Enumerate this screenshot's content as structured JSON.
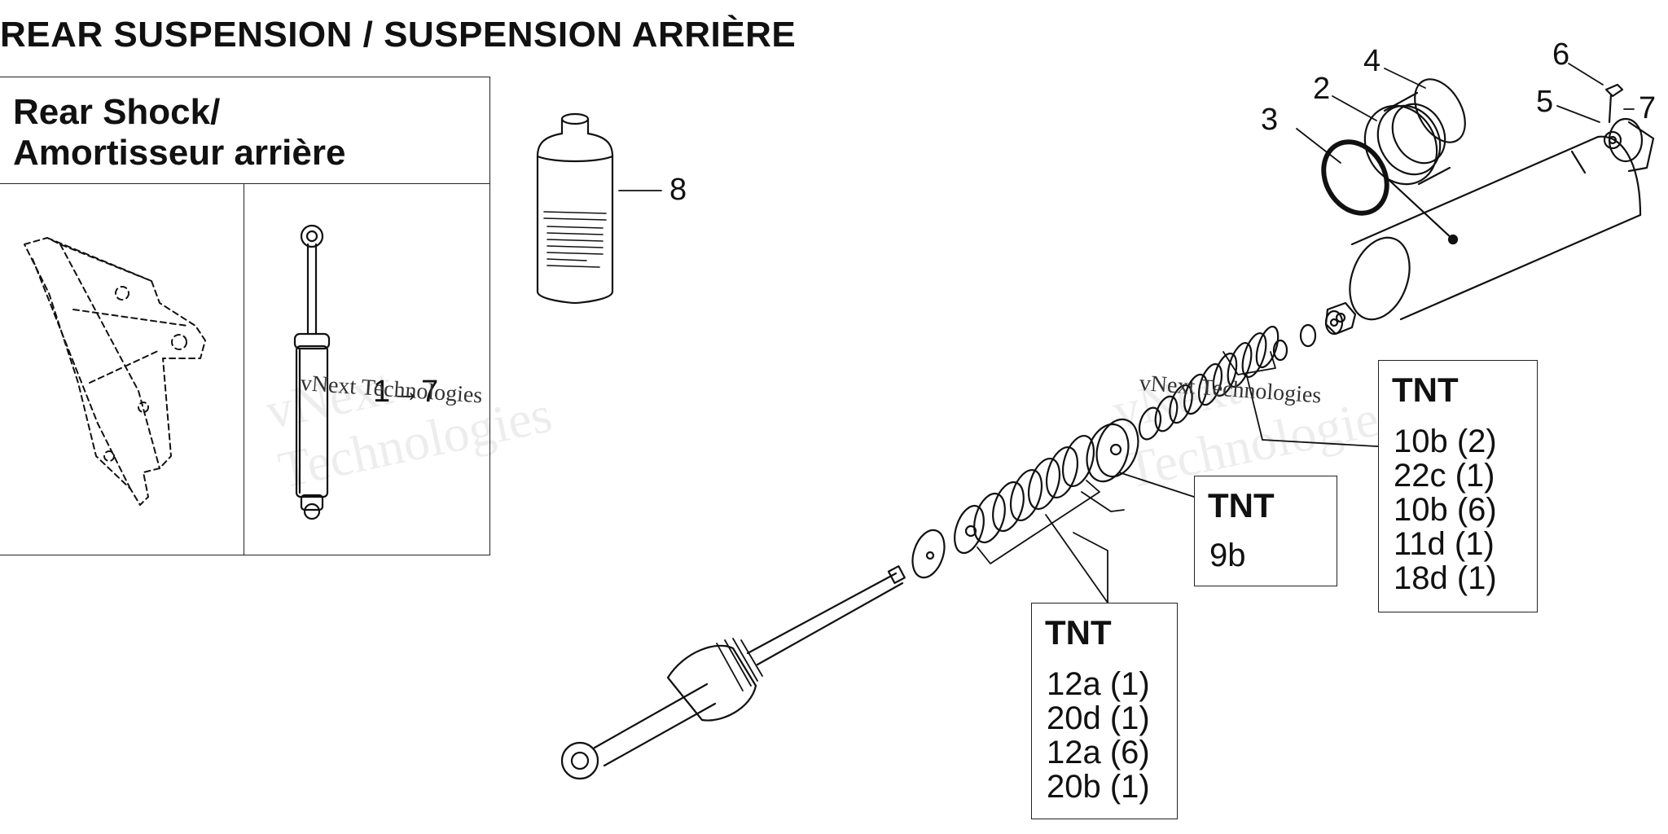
{
  "page": {
    "title": "REAR SUSPENSION / SUSPENSION ARRIÈRE"
  },
  "panel": {
    "title_line1": "Rear Shock/",
    "title_line2": "Amortisseur arrière",
    "range_label": "1→7"
  },
  "callouts": {
    "c2": "2",
    "c3": "3",
    "c4": "4",
    "c5": "5",
    "c6": "6",
    "c7": "7",
    "c8": "8"
  },
  "tnt_boxes": [
    {
      "heading": "TNT",
      "lines": [
        "10b (2)",
        "22c (1)",
        "10b (6)",
        "11d (1)",
        "18d (1)"
      ]
    },
    {
      "heading": "TNT",
      "lines": [
        "9b"
      ]
    },
    {
      "heading": "TNT",
      "lines": [
        "12a (1)",
        "20d (1)",
        "12a (6)",
        "20b (1)"
      ]
    }
  ],
  "watermark": {
    "line1": "vNext",
    "line2": "Technologies",
    "inline": "vNext Technologies"
  },
  "colors": {
    "ink": "#111111",
    "background": "#ffffff"
  }
}
